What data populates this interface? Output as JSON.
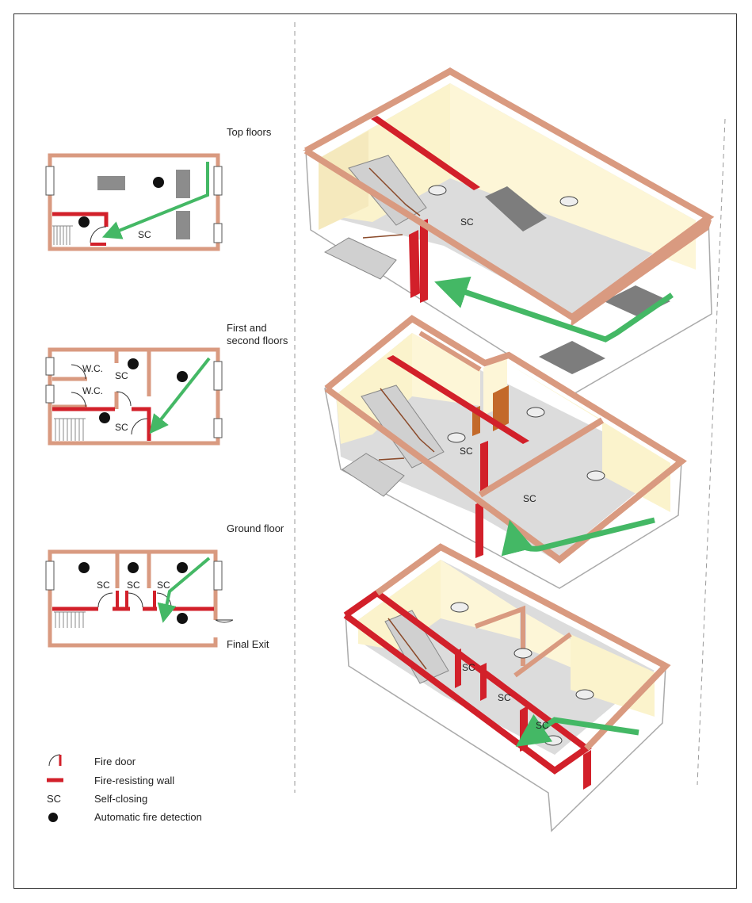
{
  "floors": {
    "top": {
      "title": "Top floors",
      "sc_label": "SC"
    },
    "middle": {
      "title_line1": "First and",
      "title_line2": "second floors",
      "wc1": "W.C.",
      "wc2": "W.C.",
      "sc1": "SC",
      "sc2": "SC"
    },
    "ground": {
      "title": "Ground floor",
      "sc1": "SC",
      "sc2": "SC",
      "sc3": "SC",
      "final_exit": "Final Exit"
    }
  },
  "iso": {
    "top_sc": "SC",
    "mid_sc1": "SC",
    "mid_sc2": "SC",
    "ground_sc1": "SC",
    "ground_sc2": "SC",
    "ground_sc3": "SC"
  },
  "legend": [
    {
      "icon": "fire-door-icon",
      "label": "Fire door"
    },
    {
      "icon": "fire-resisting-wall-icon",
      "label": "Fire-resisting wall"
    },
    {
      "icon": "sc-text",
      "symbol": "SC",
      "label": "Self-closing"
    },
    {
      "icon": "fire-detector-dot-icon",
      "label": "Automatic fire detection"
    }
  ],
  "colors": {
    "wall": "#d99a80",
    "fire_wall": "#d2202a",
    "arrow": "#44b865",
    "floor": "#dcdcdc",
    "interior_wall": "#fbf3cc",
    "door": "#c3692a"
  }
}
